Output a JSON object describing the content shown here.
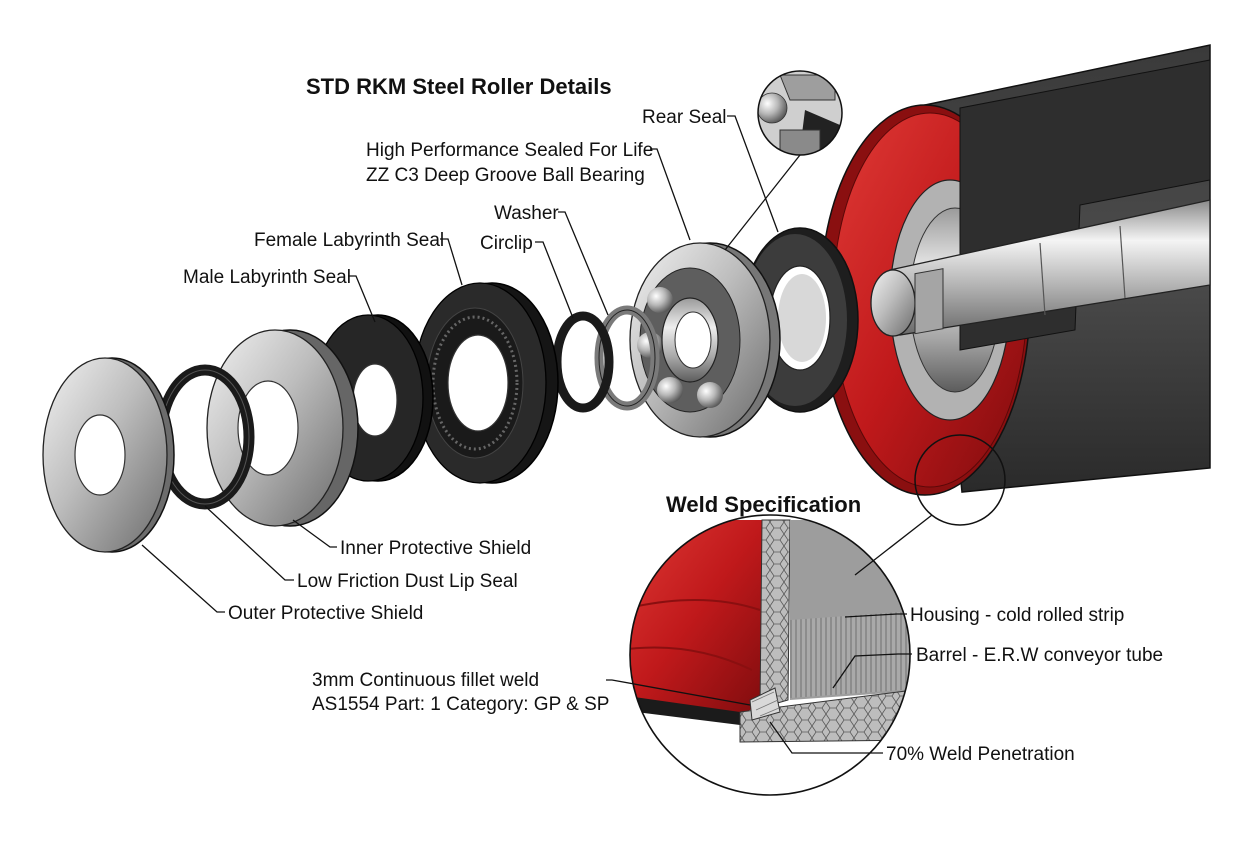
{
  "title": "STD RKM Steel Roller Details",
  "weld_title": "Weld Specification",
  "labels": {
    "rear_seal": "Rear Seal",
    "bearing_line1": "High Performance Sealed For Life",
    "bearing_line2": "ZZ C3 Deep Groove Ball Bearing",
    "washer": "Washer",
    "circlip": "Circlip",
    "female_labyrinth": "Female Labyrinth Seal",
    "male_labyrinth": "Male Labyrinth Seal",
    "inner_shield": "Inner Protective Shield",
    "dust_lip": "Low Friction Dust Lip Seal",
    "outer_shield": "Outer Protective Shield",
    "housing": "Housing - cold rolled strip",
    "barrel": "Barrel - E.R.W conveyor tube",
    "weld_line1": "3mm Continuous fillet weld",
    "weld_line2": "AS1554 Part: 1 Category: GP & SP",
    "penetration": "70% Weld Penetration"
  },
  "colors": {
    "housing_red": "#c0191b",
    "rubber_black": "#1e1e1e",
    "steel_light": "#d8d8d8",
    "steel_dark": "#6e6e6e"
  }
}
